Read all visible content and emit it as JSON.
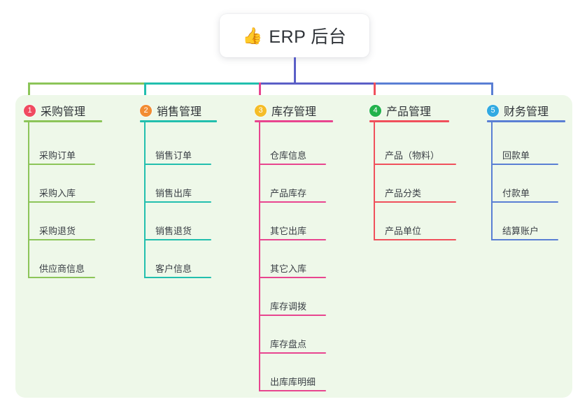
{
  "diagram": {
    "root": {
      "icon": "thumbs-up-emoji",
      "emoji": "👍",
      "label": "ERP 后台"
    },
    "panel_color": "#eef8e9",
    "root_connector_color": "#5b5fc7",
    "branches": [
      {
        "number": "1",
        "badge_color": "#f04a60",
        "line_color": "#8cc559",
        "label": "采购管理",
        "items": [
          {
            "label": "采购订单"
          },
          {
            "label": "采购入库"
          },
          {
            "label": "采购退货"
          },
          {
            "label": "供应商信息"
          }
        ]
      },
      {
        "number": "2",
        "badge_color": "#f28c33",
        "line_color": "#22bfae",
        "label": "销售管理",
        "items": [
          {
            "label": "销售订单"
          },
          {
            "label": "销售出库"
          },
          {
            "label": "销售退货"
          },
          {
            "label": "客户信息"
          }
        ]
      },
      {
        "number": "3",
        "badge_color": "#f5bd28",
        "line_color": "#e8458f",
        "label": "库存管理",
        "items": [
          {
            "label": "仓库信息"
          },
          {
            "label": "产品库存"
          },
          {
            "label": "其它出库"
          },
          {
            "label": "其它入库"
          },
          {
            "label": "库存调拨"
          },
          {
            "label": "库存盘点"
          },
          {
            "label": "出库库明细"
          }
        ]
      },
      {
        "number": "4",
        "badge_color": "#22b24c",
        "line_color": "#f0505c",
        "label": "产品管理",
        "items": [
          {
            "label": "产品（物料）"
          },
          {
            "label": "产品分类"
          },
          {
            "label": "产品单位"
          }
        ]
      },
      {
        "number": "5",
        "badge_color": "#31aae2",
        "line_color": "#5a7fd4",
        "label": "财务管理",
        "items": [
          {
            "label": "回款单"
          },
          {
            "label": "付款单"
          },
          {
            "label": "结算账户"
          }
        ]
      }
    ]
  }
}
